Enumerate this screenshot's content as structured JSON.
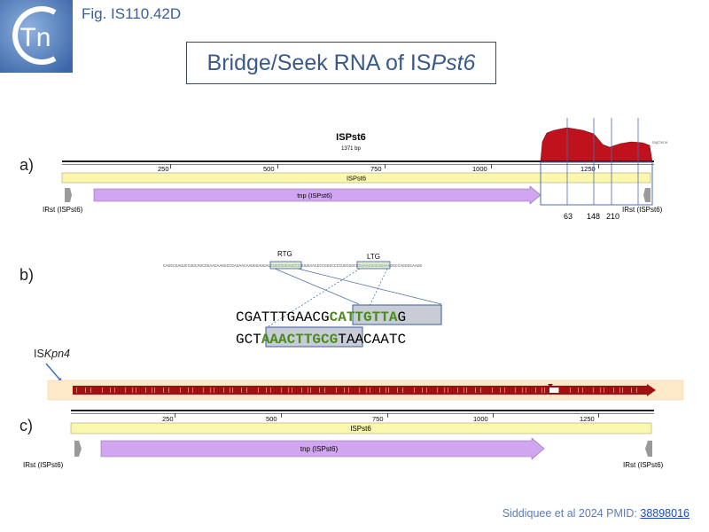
{
  "figure_label": "Fig. IS110.42D",
  "logo": {
    "text": "Tn",
    "bg_color": "#5b86c2"
  },
  "title": {
    "prefix": "Bridge/Seek RNA of IS",
    "italic": "Pst6"
  },
  "panels": {
    "a": "a)",
    "b": "b)",
    "c": "c)"
  },
  "panel_a": {
    "name": "ISPst6",
    "length": "1371 bp",
    "ticks": [
      "250",
      "500",
      "750",
      "1000",
      "1250"
    ],
    "element_bar": "ISPst6",
    "tnp_arrow": "tnp (ISPst6)",
    "ir_left": "IRst (ISPst6)",
    "ir_right": "IRst (ISPst6)",
    "coverage_label": "tagGene",
    "positions": [
      "63",
      "148",
      "210"
    ],
    "coverage_color": "#c0121c"
  },
  "panel_b": {
    "sequence_line": "CAGGCGAGUCCUGCAGCGGAACAAGGCCGAUAACAAUGGAUGAUCUUCGUGAUCCCUUUGAACGCCGGGCCCCUGCGGCGCGAACUACAGAAGGGCCAGGGCAAUG",
    "rtg_label": "RTG",
    "ltg_label": "LTG",
    "top_seq": {
      "pre": "CGATTTGAACG",
      "highlight": "CATTGTTA",
      "post": "G"
    },
    "bottom_seq": {
      "pre": "GCT",
      "highlight": "AAACTTGCG",
      "post": "TAACAATC"
    },
    "highlight_color": "#4a8a1e"
  },
  "panel_c": {
    "target_label_prefix": "IS",
    "target_label_italic": "Kpn4",
    "ticks": [
      "250",
      "500",
      "750",
      "1000",
      "1250"
    ],
    "element_bar": "ISPst6",
    "tnp_arrow": "tnp (ISPst6)",
    "ir_left": "IRst (ISPst6)",
    "ir_right": "IRst (ISPst6)",
    "track_color": "#a01010"
  },
  "citation": {
    "text": "Siddiquee et al 2024 PMID: ",
    "pmid": "38898016"
  }
}
